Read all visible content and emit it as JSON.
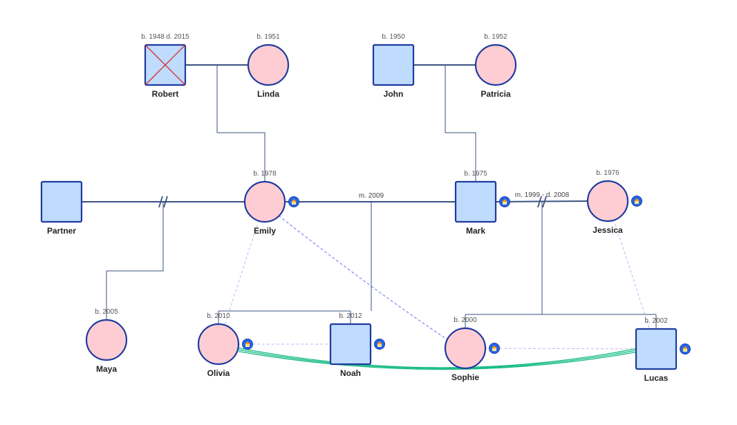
{
  "colors": {
    "male_fill": "#bfdbfe",
    "female_fill": "#fecdd3",
    "outline": "#1e3a9e",
    "line": "#37517e",
    "deceased_mark": "#dc2626",
    "residence_dash": "#6366f1",
    "close_bond": "#10b981",
    "badge": "#2563eb"
  },
  "icons": {
    "residence": "house-icon"
  },
  "people": [
    {
      "id": "robert",
      "name": "Robert",
      "sex": "male",
      "years": "b. 1948 d. 2015",
      "deceased": true,
      "residence_badge": false
    },
    {
      "id": "linda",
      "name": "Linda",
      "sex": "female",
      "years": "b. 1951",
      "deceased": false,
      "residence_badge": false
    },
    {
      "id": "john",
      "name": "John",
      "sex": "male",
      "years": "b. 1950",
      "deceased": false,
      "residence_badge": false
    },
    {
      "id": "patricia",
      "name": "Patricia",
      "sex": "female",
      "years": "b. 1952",
      "deceased": false,
      "residence_badge": false
    },
    {
      "id": "partner",
      "name": "Partner",
      "sex": "male",
      "years": "",
      "deceased": false,
      "residence_badge": false
    },
    {
      "id": "emily",
      "name": "Emily",
      "sex": "female",
      "years": "b. 1978",
      "deceased": false,
      "residence_badge": true
    },
    {
      "id": "mark",
      "name": "Mark",
      "sex": "male",
      "years": "b. 1975",
      "deceased": false,
      "residence_badge": true
    },
    {
      "id": "jessica",
      "name": "Jessica",
      "sex": "female",
      "years": "b. 1976",
      "deceased": false,
      "residence_badge": true
    },
    {
      "id": "maya",
      "name": "Maya",
      "sex": "female",
      "years": "b. 2005",
      "deceased": false,
      "residence_badge": false
    },
    {
      "id": "olivia",
      "name": "Olivia",
      "sex": "female",
      "years": "b. 2010",
      "deceased": false,
      "residence_badge": true
    },
    {
      "id": "noah",
      "name": "Noah",
      "sex": "male",
      "years": "b. 2012",
      "deceased": false,
      "residence_badge": true
    },
    {
      "id": "sophie",
      "name": "Sophie",
      "sex": "female",
      "years": "b. 2000",
      "deceased": false,
      "residence_badge": true
    },
    {
      "id": "lucas",
      "name": "Lucas",
      "sex": "male",
      "years": "b. 2002",
      "deceased": false,
      "residence_badge": true
    }
  ],
  "unions": [
    {
      "id": "robert-linda",
      "partners": [
        "robert",
        "linda"
      ],
      "label": "",
      "status": "married"
    },
    {
      "id": "john-patricia",
      "partners": [
        "john",
        "patricia"
      ],
      "label": "",
      "status": "married"
    },
    {
      "id": "partner-emily",
      "partners": [
        "partner",
        "emily"
      ],
      "label": "",
      "status": "divorced"
    },
    {
      "id": "emily-mark",
      "partners": [
        "emily",
        "mark"
      ],
      "label": "m. 2009",
      "status": "married"
    },
    {
      "id": "mark-jessica",
      "partners": [
        "mark",
        "jessica"
      ],
      "label": "m. 1999 - d. 2008",
      "status": "divorced"
    }
  ],
  "parentage": [
    {
      "union": "robert-linda",
      "children": [
        "emily"
      ]
    },
    {
      "union": "john-patricia",
      "children": [
        "mark"
      ]
    },
    {
      "union": "partner-emily",
      "children": [
        "maya"
      ]
    },
    {
      "union": "emily-mark",
      "children": [
        "olivia",
        "noah"
      ]
    },
    {
      "union": "mark-jessica",
      "children": [
        "sophie",
        "lucas"
      ]
    }
  ],
  "residence_links": [
    [
      "emily",
      "olivia"
    ],
    [
      "emily",
      "sophie"
    ],
    [
      "mark",
      "emily"
    ],
    [
      "jessica",
      "lucas"
    ],
    [
      "olivia",
      "noah"
    ],
    [
      "sophie",
      "lucas"
    ]
  ],
  "close_bonds": [
    [
      "olivia",
      "lucas"
    ]
  ]
}
